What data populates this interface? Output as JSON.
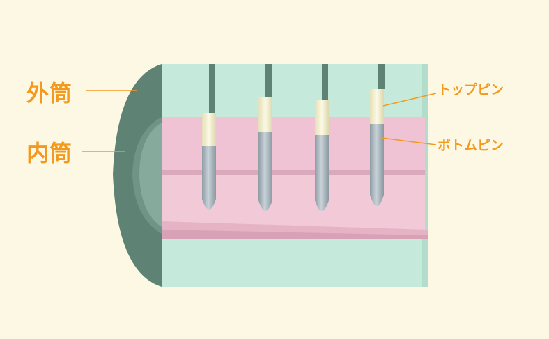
{
  "labels": {
    "outer_cylinder": "外筒",
    "inner_cylinder": "内筒",
    "top_pin": "トップピン",
    "bottom_pin": "ボトムピン"
  },
  "colors": {
    "background": "#fdf8e4",
    "outer_cylinder": "#c5eadb",
    "inner_cylinder": "#efc3d3",
    "cylinder_end_face": "#5e8274",
    "top_pin": "#f0edcc",
    "bottom_pin": "#a9b6bd",
    "label_text": "#f39a1e"
  }
}
